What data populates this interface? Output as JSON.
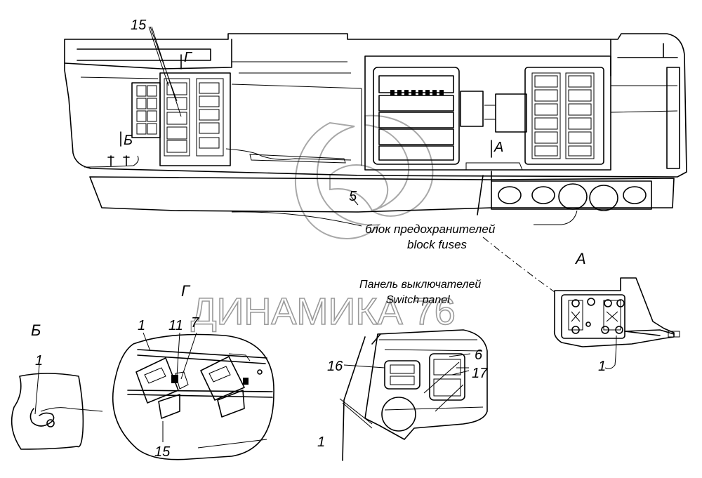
{
  "callouts": {
    "c15_top": "15",
    "c5": "5",
    "c1_b": "1",
    "c1_g": "1",
    "c11": "11",
    "c7": "7",
    "c15_g": "15",
    "c16": "16",
    "c6": "6",
    "c17": "17",
    "c1_sw": "1",
    "c1_a": "1"
  },
  "view_labels": {
    "g_top": "Г",
    "b_top": "Б",
    "a_top": "А",
    "a_view": "А",
    "g_view": "Г",
    "b_view": "Б"
  },
  "captions": {
    "fuse_ru": "блок предохранителей",
    "fuse_en": "block fuses",
    "switch_ru": "Панель выключателей",
    "switch_en": "Switch panel"
  },
  "watermark": {
    "text": "ДИНАМИКА 76"
  }
}
